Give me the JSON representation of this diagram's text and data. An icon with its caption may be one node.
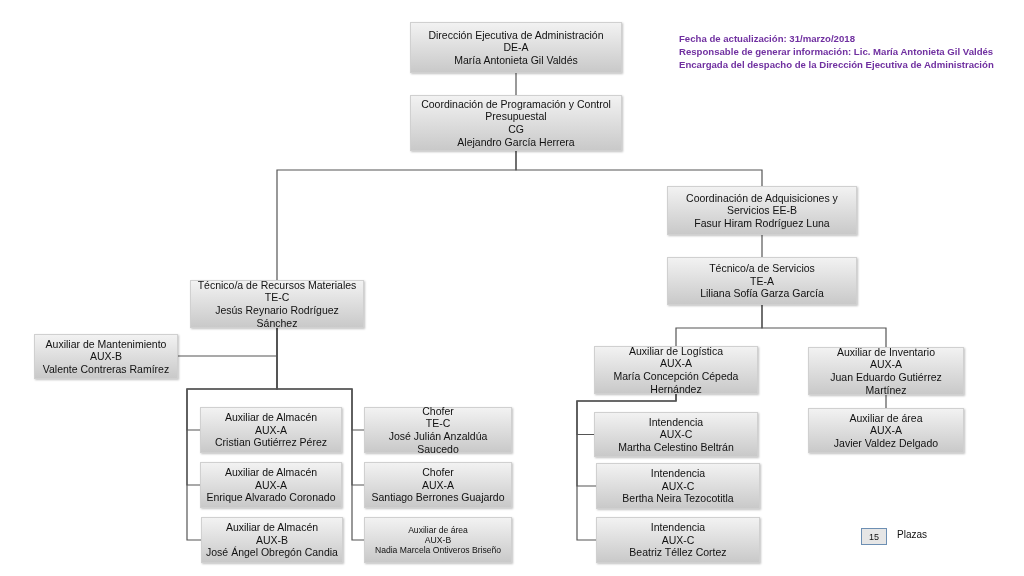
{
  "diagram": {
    "nodes": [
      {
        "text": [
          "Dirección Ejecutiva de Administración",
          "DE-A",
          "María Antonieta Gil Valdés"
        ]
      },
      {
        "text": [
          "Coordinación de Programación y Control Presupuestal",
          "CG",
          "Alejandro García Herrera"
        ]
      },
      {
        "text": [
          "Coordinación de Adquisiciones y Servicios EE-B",
          "Fasur Hiram Rodríguez Luna"
        ]
      },
      {
        "text": [
          "Técnico/a de Servicios",
          "TE-A",
          "Liliana Sofía Garza García"
        ]
      },
      {
        "text": [
          "Técnico/a de Recursos Materiales",
          "TE-C",
          "Jesús Reynario Rodríguez Sánchez"
        ]
      },
      {
        "text": [
          "Auxiliar de Mantenimiento",
          "AUX-B",
          "Valente Contreras Ramírez"
        ]
      },
      {
        "text": [
          "Auxiliar de Almacén",
          "AUX-A",
          "Cristian Gutiérrez Pérez"
        ]
      },
      {
        "text": [
          "Auxiliar de Almacén",
          "AUX-A",
          "Enrique Alvarado Coronado"
        ]
      },
      {
        "text": [
          "Auxiliar de Almacén",
          "AUX-B",
          "José Ángel Obregón Candia"
        ]
      },
      {
        "text": [
          "Chofer",
          "TE-C",
          "José  Julián Anzaldúa Saucedo"
        ]
      },
      {
        "text": [
          "Chofer",
          "AUX-A",
          "Santiago Berrones Guajardo"
        ]
      },
      {
        "text": [
          "Auxiliar de área",
          "AUX-B",
          "Nadia Marcela Ontiveros Briseño"
        ]
      },
      {
        "text": [
          "Auxiliar de Logística",
          "AUX-A",
          "María Concepción Cépeda Hernández"
        ]
      },
      {
        "text": [
          "Auxiliar de Inventario",
          "AUX-A",
          "Juan Eduardo Gutiérrez Martínez"
        ]
      },
      {
        "text": [
          "Intendencia",
          "AUX-C",
          "Martha Celestino Beltrán"
        ]
      },
      {
        "text": [
          "Intendencia",
          "AUX-C",
          "Bertha Neira Tezocotitla"
        ]
      },
      {
        "text": [
          "Intendencia",
          "AUX-C",
          "Beatriz Téllez Cortez"
        ]
      },
      {
        "text": [
          "Auxiliar de área",
          "AUX-A",
          "Javier Valdez Delgado"
        ]
      },
      {
        "text": [
          "15"
        ],
        "beside": [
          "Plazas"
        ]
      }
    ],
    "edges": [
      {
        "from": 0,
        "to": 1,
        "arrow": "none"
      },
      {
        "from": 1,
        "to": 4,
        "arrow": "none"
      },
      {
        "from": 1,
        "to": 2,
        "arrow": "none"
      },
      {
        "from": 2,
        "to": 3,
        "arrow": "none"
      },
      {
        "from": 3,
        "to": 12,
        "arrow": "none"
      },
      {
        "from": 3,
        "to": 13,
        "arrow": "none"
      },
      {
        "from": 4,
        "to": 5,
        "arrow": "none"
      },
      {
        "from": 4,
        "to": 6,
        "arrow": "none"
      },
      {
        "from": 4,
        "to": 7,
        "arrow": "none"
      },
      {
        "from": 4,
        "to": 8,
        "arrow": "none"
      },
      {
        "from": 4,
        "to": 9,
        "arrow": "none"
      },
      {
        "from": 4,
        "to": 10,
        "arrow": "none"
      },
      {
        "from": 4,
        "to": 11,
        "arrow": "none"
      },
      {
        "from": 12,
        "to": 14,
        "arrow": "none"
      },
      {
        "from": 12,
        "to": 15,
        "arrow": "none"
      },
      {
        "from": 12,
        "to": 16,
        "arrow": "none"
      },
      {
        "from": 13,
        "to": 17,
        "arrow": "none"
      }
    ],
    "labels": [
      "Fecha de actualización: 31/marzo/2018",
      "Responsable de generar información: Lic. María Antonieta Gil Valdés",
      "Encargada del despacho de la Dirección Ejecutiva de Administración"
    ]
  }
}
